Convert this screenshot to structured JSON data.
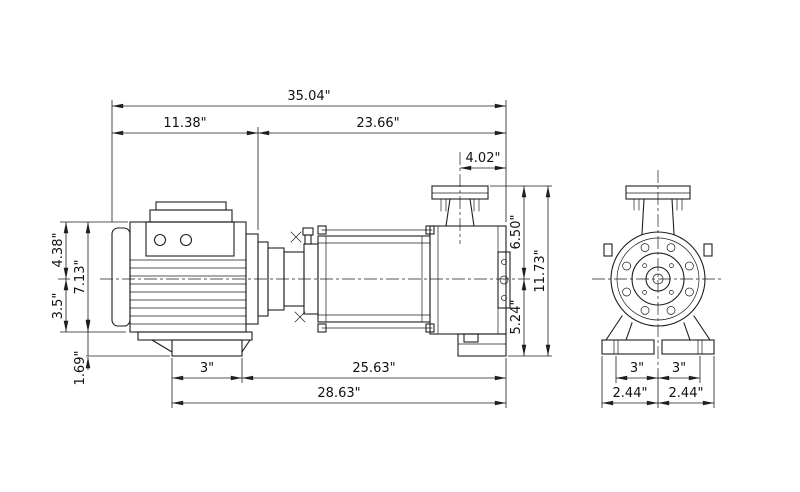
{
  "drawing": {
    "kind": "pump-dimensional-drawing",
    "colors": {
      "line": "#1e1e1e",
      "background": "#ffffff"
    },
    "side": {
      "top": {
        "overall": "35.04\"",
        "motor_section": "11.38\"",
        "pump_section": "23.66\"",
        "flange_to_end": "4.02\""
      },
      "left": {
        "motor_top_to_center": "4.38\"",
        "motor_top_to_base": "7.13\"",
        "center_to_base": "3.5\"",
        "foot_height": "1.69\""
      },
      "right": {
        "flange_to_center": "6.50\"",
        "overall_height": "11.73\"",
        "center_to_bottom": "5.24\""
      },
      "bottom": {
        "foot_width": "3\"",
        "foot_to_end": "25.63\"",
        "base_overall": "28.63\""
      }
    },
    "end": {
      "bottom": {
        "bolt_left": "3\"",
        "bolt_right": "3\"",
        "base_left": "2.44\"",
        "base_right": "2.44\""
      }
    }
  }
}
